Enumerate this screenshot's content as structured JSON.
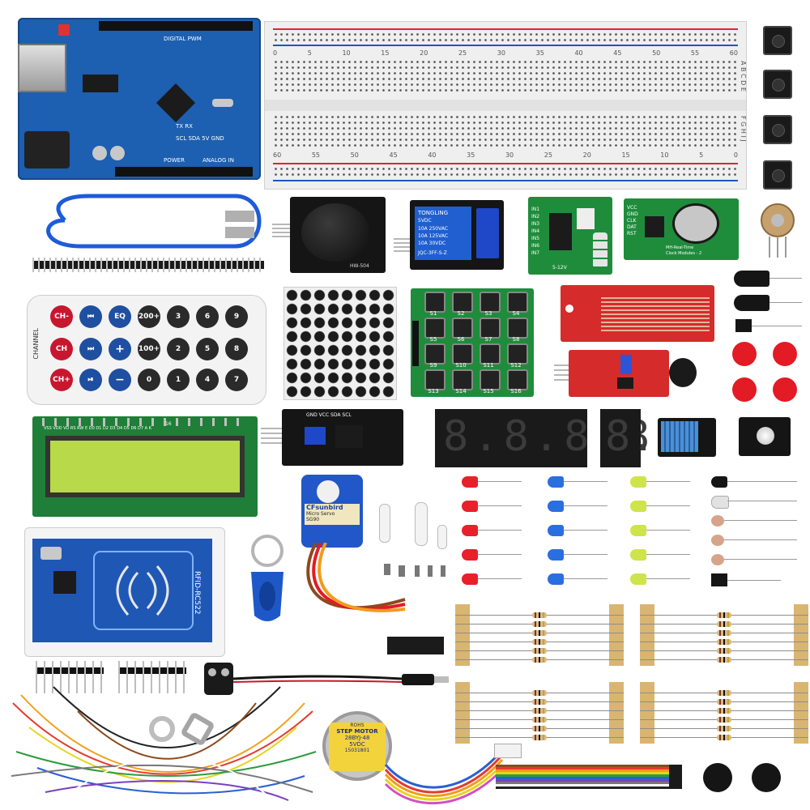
{
  "arduino": {
    "title": "DIGITAL PWM",
    "power_label": "POWER",
    "analog_label": "ANALOG IN",
    "pins_top": "TX  RX",
    "pins_misc": "SCL SDA 5V GND"
  },
  "breadboard": {
    "numbers_top": [
      "0",
      "5",
      "10",
      "15",
      "20",
      "25",
      "30",
      "35",
      "40",
      "45",
      "50",
      "55",
      "60"
    ],
    "numbers_bottom": [
      "60",
      "55",
      "50",
      "45",
      "40",
      "35",
      "30",
      "25",
      "20",
      "15",
      "10",
      "5",
      "0"
    ],
    "rows_left": "A B C D E",
    "rows_right": "F G H I J"
  },
  "joystick": {
    "label": "HW-504"
  },
  "relay": {
    "brand": "TONGLING",
    "voltage": "5VDC",
    "rating1": "10A 250VAC",
    "rating2": "10A 125VAC",
    "rating3": "10A 30VDC",
    "model": "JQC-3FF-S-Z"
  },
  "driver_board": {
    "inputs": [
      "IN1",
      "IN2",
      "IN3",
      "IN4",
      "IN5",
      "IN6",
      "IN7"
    ],
    "voltage": "5-12V"
  },
  "rtc": {
    "pins": [
      "VCC",
      "GND",
      "CLK",
      "DAT",
      "RST"
    ],
    "caption1": "MH-Real-Time",
    "caption2": "Clock Modules - 2"
  },
  "remote": {
    "side_label": "CHANNEL",
    "rows": [
      [
        "CH-",
        "⏮",
        "EQ",
        "200+",
        "3",
        "6",
        "9"
      ],
      [
        "CH",
        "⏭",
        "+",
        "100+",
        "2",
        "5",
        "8"
      ],
      [
        "CH+",
        "⏯",
        "−",
        "0",
        "1",
        "4",
        "7"
      ]
    ]
  },
  "keypad": {
    "keys": [
      "S1",
      "S2",
      "S3",
      "S4",
      "S5",
      "S6",
      "S7",
      "S8",
      "S9",
      "S10",
      "S11",
      "S12",
      "S13",
      "S14",
      "S15",
      "S16"
    ]
  },
  "lcd": {
    "pins_label": "VSS VDD VO RS RW E D0 D1 D2 D3 D4 D5 D6 D7 A K",
    "pin_count": "16"
  },
  "i2c": {
    "pins": "GND VCC SDA SCL"
  },
  "seven_seg": {
    "four_digit": "8.8.8.8.",
    "single": "8."
  },
  "servo": {
    "brand": "CFsunbird",
    "type": "Micro Servo",
    "model": "SG90"
  },
  "rfid": {
    "model": "RFID-RC522"
  },
  "stepper": {
    "brand": "ROHS",
    "title": "STEP MOTOR",
    "model": "28BYJ-48",
    "voltage": "5VDC",
    "code": "15031801"
  },
  "colors": {
    "arduino_blue": "#1d5fb0",
    "pcb_green": "#1f8c3c",
    "pcb_red": "#d62b2b",
    "led_red": "#e8202a",
    "led_blue": "#2a6fe0",
    "led_yellow": "#cfe44a",
    "lcd_screen": "#b7d94a",
    "breadboard": "#efefef"
  },
  "icons": [
    "usb-cable-icon",
    "potentiometer-icon",
    "buzzer-icon",
    "battery-clip-icon",
    "jumper-wires-icon",
    "key-fob-icon"
  ]
}
